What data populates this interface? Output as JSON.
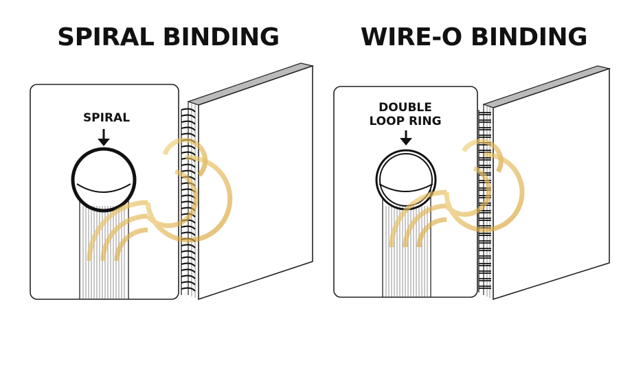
{
  "titles": {
    "left": "SPIRAL BINDING",
    "right": "WIRE-O BINDING"
  },
  "callouts": {
    "spiral": "SPIRAL",
    "double_loop_line1": "DOUBLE",
    "double_loop_line2": "LOOP RING"
  },
  "colors": {
    "stroke": "#1a1a1a",
    "cover_edge": "#bbbbbb",
    "watermark": "#e8c060",
    "background": "#ffffff"
  }
}
